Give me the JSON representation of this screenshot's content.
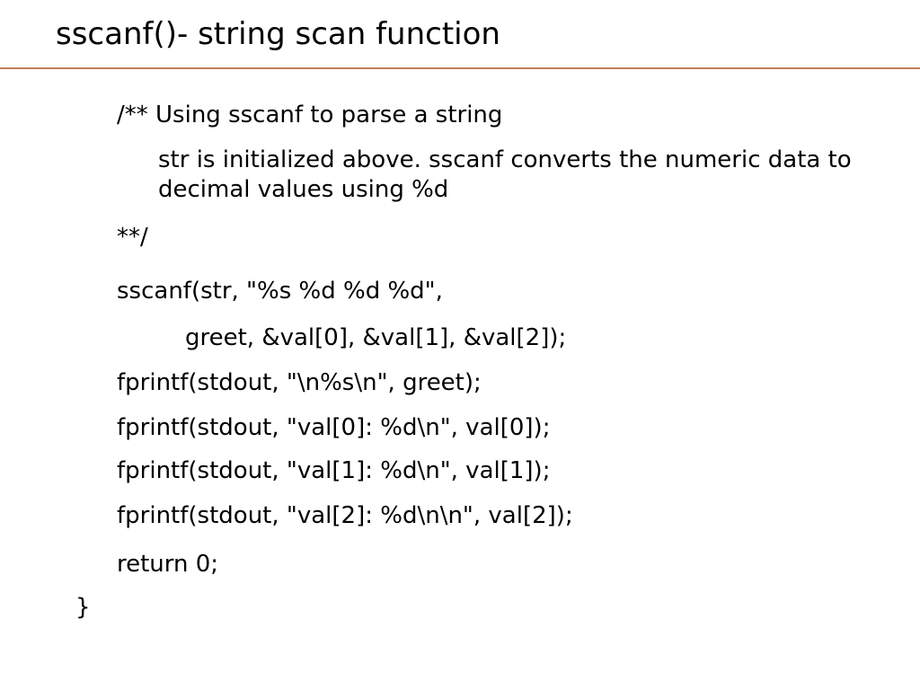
{
  "slide": {
    "title": "sscanf()- string scan function",
    "rule_color": "#c0805a"
  },
  "code": {
    "comment_open": "/** Using sscanf to parse a string",
    "comment_body": "str is initialized above. sscanf converts the numeric data to decimal values using %d",
    "comment_close": "**/",
    "sscanf_line1": "sscanf(str, \"%s %d %d %d\",",
    "sscanf_line2": "greet, &val[0], &val[1], &val[2]);",
    "fprintf_greet": "fprintf(stdout, \"\\n%s\\n\", greet);",
    "fprintf_val0": "fprintf(stdout, \"val[0]: %d\\n\", val[0]);",
    "fprintf_val1": "fprintf(stdout, \"val[1]: %d\\n\", val[1]);",
    "fprintf_val2": "fprintf(stdout, \"val[2]: %d\\n\\n\", val[2]);",
    "return_line": "return 0;",
    "closing_brace": "}"
  }
}
